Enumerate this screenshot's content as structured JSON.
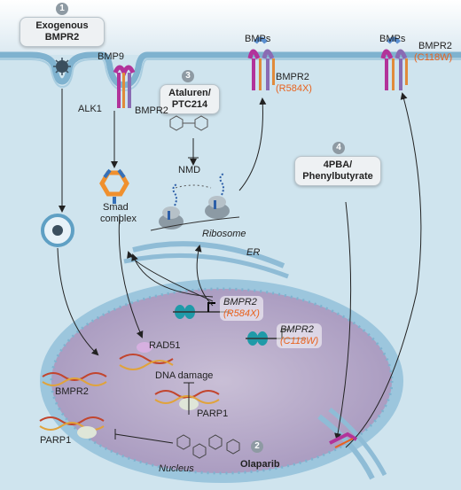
{
  "steps": {
    "s1": {
      "num": "1",
      "label_line1": "Exogenous",
      "label_line2": "BMPR2"
    },
    "s2": {
      "num": "2",
      "label": "Olaparib"
    },
    "s3": {
      "num": "3",
      "label_line1": "Ataluren/",
      "label_line2": "PTC214"
    },
    "s4": {
      "num": "4",
      "label_line1": "4PBA/",
      "label_line2": "Phenylbutyrate"
    }
  },
  "labels": {
    "bmp9": "BMP9",
    "alk1": "ALK1",
    "bmpr2_receptor": "BMPR2",
    "bmps_left": "BMPs",
    "bmps_right": "BMPs",
    "bmpr2_r584x_name": "BMPR2",
    "bmpr2_r584x_mut": "(R584X)",
    "bmpr2_c118w_name": "BMPR2",
    "bmpr2_c118w_mut": "(C118W)",
    "nmd": "NMD",
    "smad_line1": "Smad",
    "smad_line2": "complex",
    "ribosome": "Ribosome",
    "er": "ER",
    "rad51": "RAD51",
    "dna_damage": "DNA damage",
    "bmpr2_dna": "BMPR2",
    "parp1_a": "PARP1",
    "parp1_b": "PARP1",
    "nucleus": "Nucleus",
    "gene_r584x_name": "BMPR2",
    "gene_r584x_mut": "(R584X)",
    "gene_c118w_name": "BMPR2",
    "gene_c118w_mut": "(C118W)"
  },
  "colors": {
    "membrane": "#7fb2cf",
    "cytoplasm": "#cfe4ee",
    "nucleus": "#b7a9c8",
    "mutation": "#e8621d",
    "receptor": "#b2339a",
    "badge": "#8e9aa3"
  }
}
